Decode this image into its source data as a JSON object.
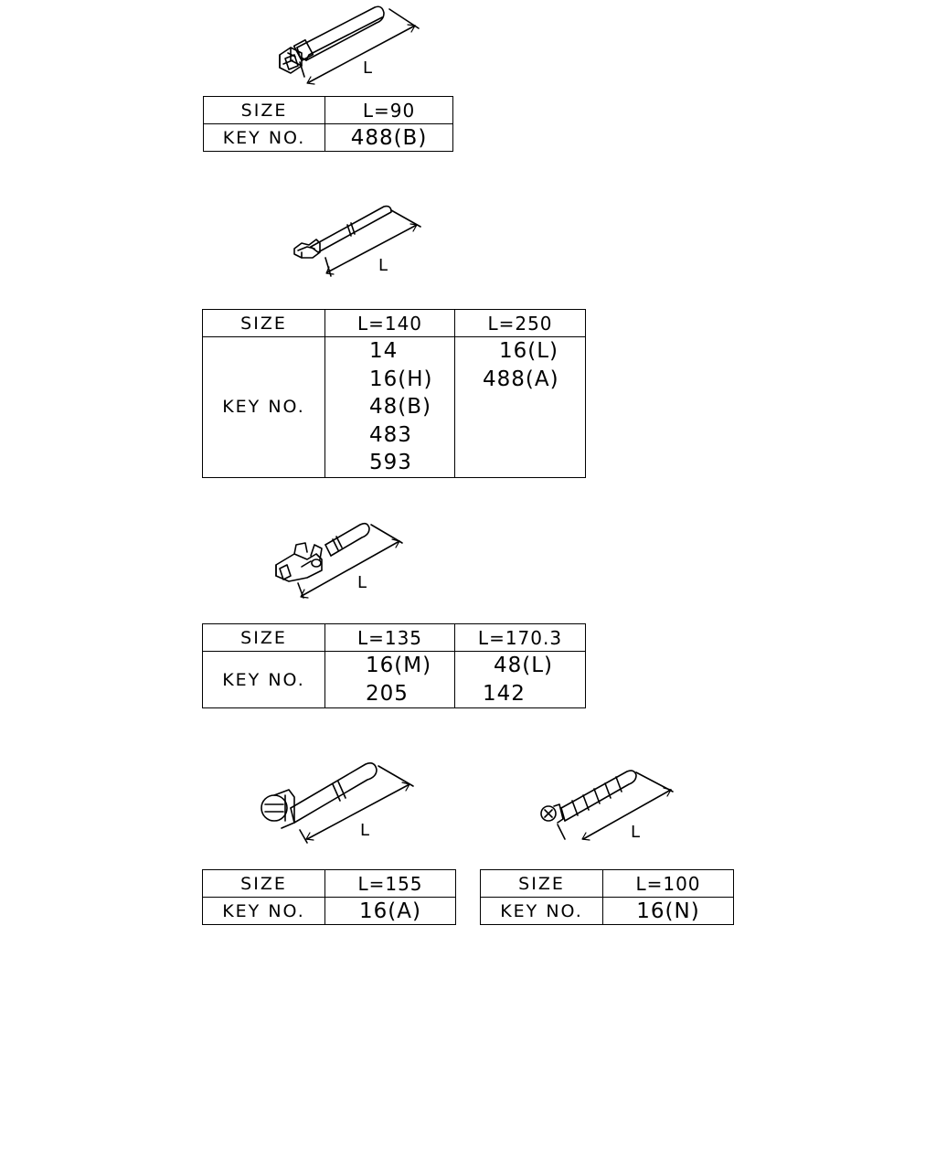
{
  "dimension_symbol": "L",
  "table1": {
    "size_header": "SIZE",
    "key_header": "KEY NO.",
    "columns": [
      {
        "size": "L=90",
        "keys": [
          "488(B)"
        ]
      }
    ]
  },
  "table2": {
    "size_header": "SIZE",
    "key_header": "KEY NO.",
    "columns": [
      {
        "size": "L=140",
        "keys": [
          "14",
          "16(H)",
          "48(B)",
          "483",
          "593"
        ]
      },
      {
        "size": "L=250",
        "keys": [
          "16(L)",
          "488(A)"
        ]
      }
    ]
  },
  "table3": {
    "size_header": "SIZE",
    "key_header": "KEY NO.",
    "columns": [
      {
        "size": "L=135",
        "keys": [
          "16(M)",
          "205"
        ]
      },
      {
        "size": "L=170.3",
        "keys": [
          "48(L)",
          "142"
        ]
      }
    ]
  },
  "table4": {
    "size_header": "SIZE",
    "key_header": "KEY NO.",
    "columns": [
      {
        "size": "L=155",
        "keys": [
          "16(A)"
        ]
      }
    ]
  },
  "table5": {
    "size_header": "SIZE",
    "key_header": "KEY NO.",
    "columns": [
      {
        "size": "L=100",
        "keys": [
          "16(N)"
        ]
      }
    ]
  }
}
